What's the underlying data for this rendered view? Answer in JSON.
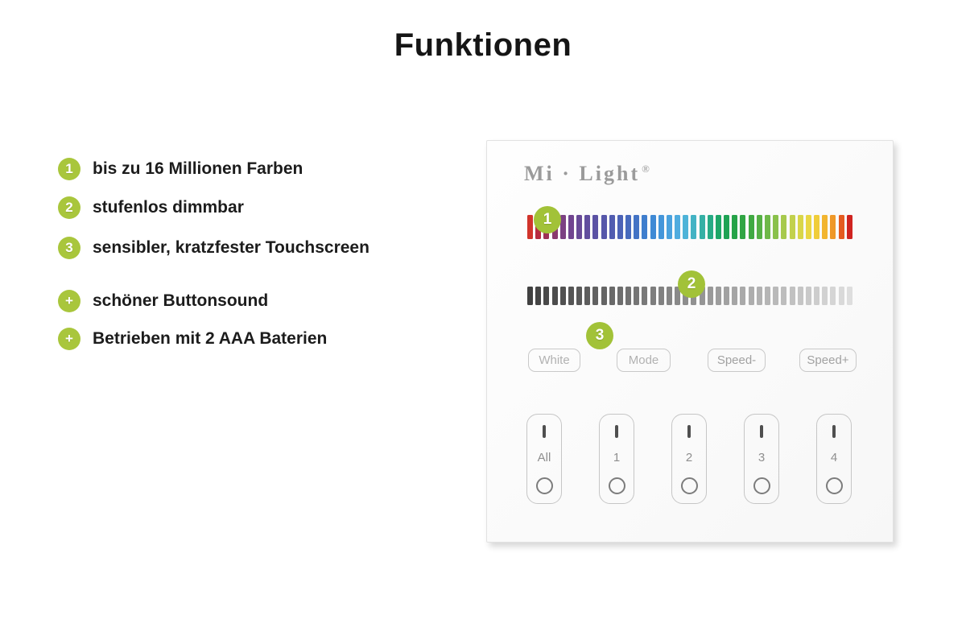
{
  "title": "Funktionen",
  "accent_color": "#a9c63c",
  "features": [
    {
      "badge": "1",
      "text": "bis zu 16 Millionen Farben"
    },
    {
      "badge": "2",
      "text": "stufenlos dimmbar"
    },
    {
      "badge": "3",
      "text": "sensibler, kratzfester Touchscreen"
    },
    {
      "badge": "+",
      "text": "schöner Buttonsound"
    },
    {
      "badge": "+",
      "text": "Betrieben mit 2 AAA Baterien"
    }
  ],
  "panel": {
    "brand": "Mi · Light",
    "registered_mark": "®",
    "markers": [
      "1",
      "2",
      "3"
    ],
    "buttons": [
      {
        "label": "White"
      },
      {
        "label": "Mode"
      },
      {
        "label": "Speed-"
      },
      {
        "label": "Speed+"
      }
    ],
    "zones": [
      {
        "label": "All"
      },
      {
        "label": "1"
      },
      {
        "label": "2"
      },
      {
        "label": "3"
      },
      {
        "label": "4"
      }
    ],
    "color_bars": [
      "#d1342b",
      "#b72b40",
      "#9e3156",
      "#8a3a6e",
      "#7c4183",
      "#714590",
      "#684a97",
      "#614e9e",
      "#5b52a4",
      "#5657aa",
      "#515cb0",
      "#4c62b6",
      "#476abd",
      "#4373c5",
      "#3f7ecd",
      "#3f8ad5",
      "#4496da",
      "#4aa2de",
      "#4facdf",
      "#4db3d8",
      "#43b3c4",
      "#35b0a5",
      "#27ab85",
      "#1da767",
      "#1ea354",
      "#25a348",
      "#30a543",
      "#40a942",
      "#55b045",
      "#6eb848",
      "#8ac14b",
      "#a7c94d",
      "#c2d14d",
      "#d9d649",
      "#e9d743",
      "#f0cd3a",
      "#f2b52f",
      "#ef9828",
      "#e45b20",
      "#cf2320"
    ],
    "dim_bars": [
      "#414141",
      "#454545",
      "#494949",
      "#4d4d4d",
      "#515151",
      "#555555",
      "#595959",
      "#5d5d5d",
      "#616161",
      "#656565",
      "#696969",
      "#6d6d6d",
      "#717171",
      "#757575",
      "#797979",
      "#7d7d7d",
      "#818181",
      "#858585",
      "#898989",
      "#8d8d8d",
      "#919191",
      "#959595",
      "#999999",
      "#9d9d9d",
      "#a1a1a1",
      "#a5a5a5",
      "#a9a9a9",
      "#adadad",
      "#b1b1b1",
      "#b5b5b5",
      "#b9b9b9",
      "#bdbdbd",
      "#c1c1c1",
      "#c5c5c5",
      "#c9c9c9",
      "#cdcdcd",
      "#d1d1d1",
      "#d5d5d5",
      "#d9d9d9",
      "#dedede"
    ]
  }
}
